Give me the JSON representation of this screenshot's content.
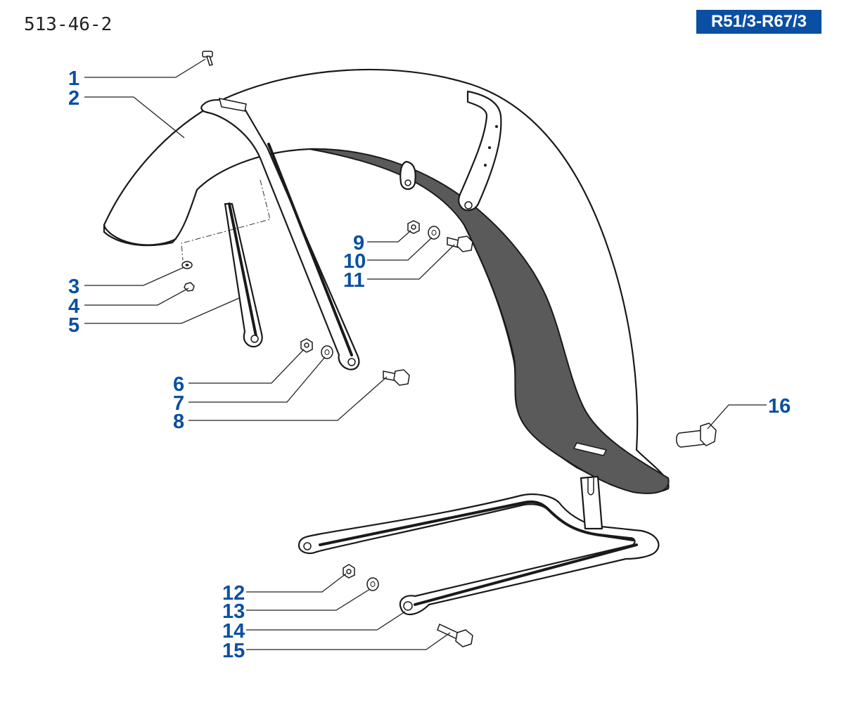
{
  "header": {
    "page_code": "513-46-2",
    "model_range": "R51/3-R67/3"
  },
  "colors": {
    "accent": "#0a4fa3",
    "callout": "#0a4fa3",
    "line": "#1a1a1a",
    "fender_inner": "#5a5a5a"
  },
  "callouts": [
    "1",
    "2",
    "3",
    "4",
    "5",
    "6",
    "7",
    "8",
    "9",
    "10",
    "11",
    "12",
    "13",
    "14",
    "15",
    "16"
  ]
}
